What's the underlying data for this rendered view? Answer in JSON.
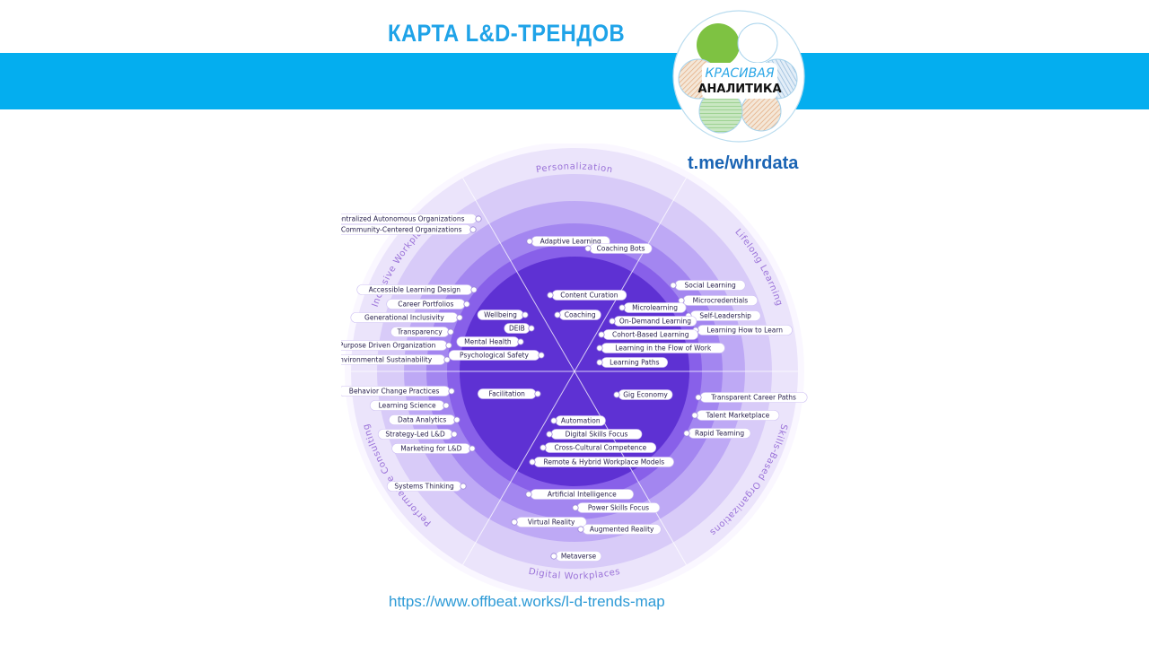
{
  "header": {
    "title": "КАРТА L&D-ТРЕНДОВ",
    "logo": {
      "line1": "КРАСИВАЯ",
      "line2": "АНАЛИТИКА"
    },
    "channel": "t.me/whrdata",
    "source_url": "https://www.offbeat.works/l-d-trends-map"
  },
  "colors": {
    "band": "#04aeef",
    "ring1": "#e9e2fb",
    "ring2": "#d6c8f8",
    "ring3": "#bda9f4",
    "ring4": "#a287f0",
    "ring5": "#8762e9",
    "core": "#5a2fd1",
    "sector_label": "#9a72d8"
  },
  "sectors": [
    {
      "id": "personalization",
      "label": "Personalization"
    },
    {
      "id": "lifelong",
      "label": "Lifelong Learning"
    },
    {
      "id": "skills",
      "label": "Skills-Based Organizations"
    },
    {
      "id": "digital",
      "label": "Digital Workplaces"
    },
    {
      "id": "performance",
      "label": "Performance Consulting"
    },
    {
      "id": "inclusive",
      "label": "Inclusive Workplaces"
    }
  ],
  "trends": [
    {
      "label": "Decentralized Autonomous Organizations"
    },
    {
      "label": "Community-Centered Organizations"
    },
    {
      "label": "Adaptive Learning"
    },
    {
      "label": "Coaching Bots"
    },
    {
      "label": "Accessible Learning Design"
    },
    {
      "label": "Career Portfolios"
    },
    {
      "label": "Generational Inclusivity"
    },
    {
      "label": "Transparency"
    },
    {
      "label": "Purpose Driven Organization"
    },
    {
      "label": "Environmental Sustainability"
    },
    {
      "label": "Content Curation"
    },
    {
      "label": "Wellbeing"
    },
    {
      "label": "Coaching"
    },
    {
      "label": "DEIB"
    },
    {
      "label": "Mental Health"
    },
    {
      "label": "Psychological Safety"
    },
    {
      "label": "Social Learning"
    },
    {
      "label": "Microcredentials"
    },
    {
      "label": "Self-Leadership"
    },
    {
      "label": "Learning How to Learn"
    },
    {
      "label": "Microlearning"
    },
    {
      "label": "On-Demand Learning"
    },
    {
      "label": "Cohort-Based Learning"
    },
    {
      "label": "Learning in the Flow of Work"
    },
    {
      "label": "Learning Paths"
    },
    {
      "label": "Behavior Change Practices"
    },
    {
      "label": "Learning Science"
    },
    {
      "label": "Data Analytics"
    },
    {
      "label": "Strategy-Led L&D"
    },
    {
      "label": "Marketing for L&D"
    },
    {
      "label": "Systems Thinking"
    },
    {
      "label": "Facilitation"
    },
    {
      "label": "Gig Economy"
    },
    {
      "label": "Transparent Career Paths"
    },
    {
      "label": "Talent Marketplace"
    },
    {
      "label": "Rapid Teaming"
    },
    {
      "label": "Automation"
    },
    {
      "label": "Digital Skills Focus"
    },
    {
      "label": "Cross-Cultural Competence"
    },
    {
      "label": "Remote & Hybrid Workplace Models"
    },
    {
      "label": "Artificial Intelligence"
    },
    {
      "label": "Power Skills Focus"
    },
    {
      "label": "Virtual Reality"
    },
    {
      "label": "Augmented Reality"
    },
    {
      "label": "Metaverse"
    }
  ]
}
